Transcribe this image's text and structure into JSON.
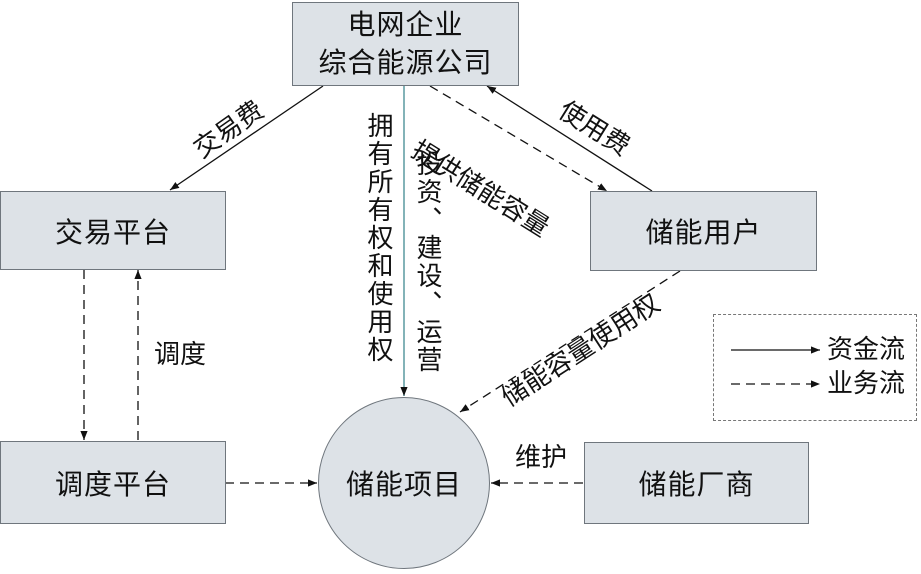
{
  "nodes": {
    "grid_company": {
      "line1": "电网企业",
      "line2": "综合能源公司"
    },
    "trading_platform": "交易平台",
    "dispatch_platform": "调度平台",
    "storage_project": "储能项目",
    "storage_user": "储能用户",
    "storage_vendor": "储能厂商"
  },
  "edges": {
    "trading_fee": "交易费",
    "ownership": "拥有所有权和使用权",
    "invest": "投资、建设、运营",
    "provide_capacity": "提供储能容量",
    "usage_fee": "使用费",
    "dispatch": "调度",
    "capacity_right": "储能容量使用权",
    "maintenance": "维护"
  },
  "legend": {
    "fund_flow": "资金流",
    "business_flow": "业务流"
  }
}
